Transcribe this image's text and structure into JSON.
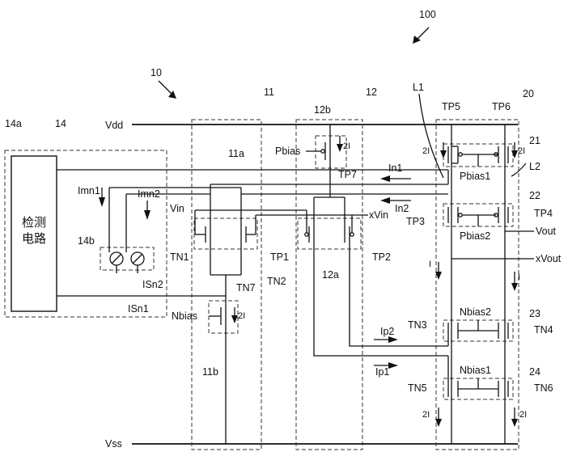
{
  "labels": {
    "fig_ref": "100",
    "circuit_ref": "10",
    "block_11": "11",
    "block_12": "12",
    "block_14": "14",
    "block_20": "20",
    "block_14a": "14a",
    "block_14b": "14b",
    "block_11a": "11a",
    "block_11b": "11b",
    "block_12a": "12a",
    "block_12b": "12b",
    "detect_line1": "检测",
    "detect_line2": "电路",
    "vdd": "Vdd",
    "vss": "Vss",
    "vin": "Vin",
    "xvin": "xVin",
    "vout": "Vout",
    "xvout": "xVout",
    "l1": "L1",
    "l2": "L2",
    "pbias": "Pbias",
    "nbias": "Nbias",
    "pbias1": "Pbias1",
    "pbias2": "Pbias2",
    "nbias1": "Nbias1",
    "nbias2": "Nbias2",
    "tn1": "TN1",
    "tn2": "TN2",
    "tn3": "TN3",
    "tn4": "TN4",
    "tn5": "TN5",
    "tn6": "TN6",
    "tn7": "TN7",
    "tp1": "TP1",
    "tp2": "TP2",
    "tp3": "TP3",
    "tp4": "TP4",
    "tp5": "TP5",
    "tp6": "TP6",
    "tp7": "TP7",
    "ref_21": "21",
    "ref_22": "22",
    "ref_23": "23",
    "ref_24": "24",
    "imn1": "Imn1",
    "imn2": "Imn2",
    "in1": "In1",
    "in2": "In2",
    "ip1": "Ip1",
    "ip2": "Ip2",
    "isn1": "ISn1",
    "isn2": "ISn2",
    "cur_2i": "2I",
    "cur_i": "I"
  }
}
